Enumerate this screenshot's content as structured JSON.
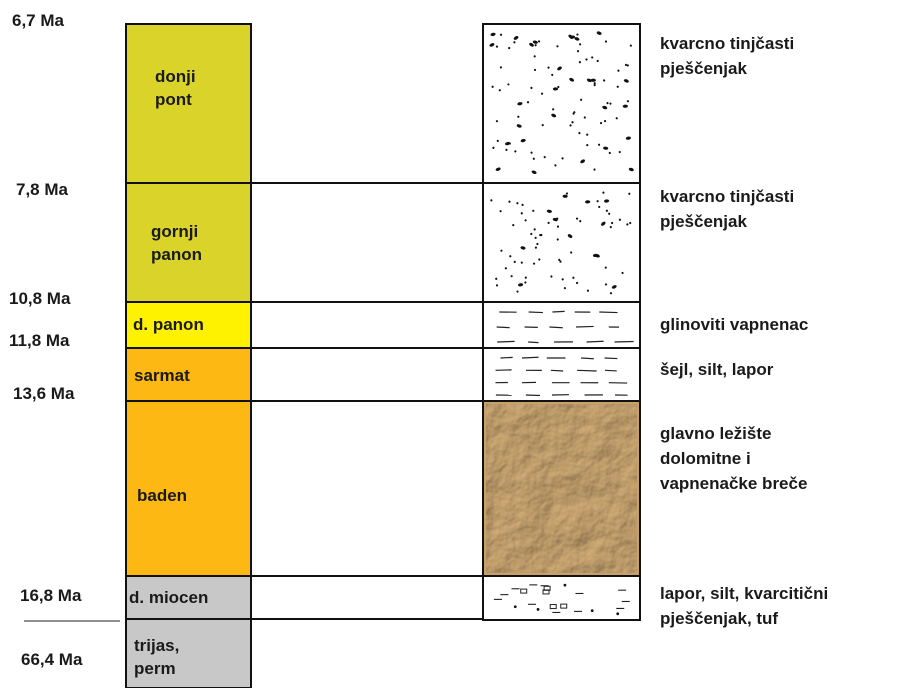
{
  "ages": [
    {
      "label": "6,7 Ma"
    },
    {
      "label": "7,8 Ma"
    },
    {
      "label": "10,8 Ma"
    },
    {
      "label": "11,8 Ma"
    },
    {
      "label": "13,6 Ma"
    },
    {
      "label": "16,8 Ma"
    },
    {
      "label": "66,4 Ma"
    }
  ],
  "units": [
    {
      "lines": [
        "donji",
        "pont"
      ],
      "color": "#dad42a"
    },
    {
      "lines": [
        "gornji",
        "panon"
      ],
      "color": "#dad42a"
    },
    {
      "lines": [
        "d. panon"
      ],
      "color": "#fff200"
    },
    {
      "lines": [
        "sarmat"
      ],
      "color": "#fdb813"
    },
    {
      "lines": [
        "baden"
      ],
      "color": "#fdb813"
    },
    {
      "lines": [
        "d. miocen"
      ],
      "color": "#c8c8c8"
    },
    {
      "lines": [
        "trijas,",
        "perm"
      ],
      "color": "#c8c8c8"
    }
  ],
  "lithology": [
    {
      "lines": [
        "kvarcno tinjčasti",
        "pješčenjak"
      ],
      "pattern": "sandstone-dots"
    },
    {
      "lines": [
        "kvarcno tinjčasti",
        "pješčenjak"
      ],
      "pattern": "sandstone-dots"
    },
    {
      "lines": [
        "glinoviti vapnenac"
      ],
      "pattern": "dashes"
    },
    {
      "lines": [
        "šejl, silt, lapor"
      ],
      "pattern": "dashes"
    },
    {
      "lines": [
        "glavno ležište",
        "dolomitne i",
        "vapnenačke breče"
      ],
      "pattern": "breccia-texture",
      "color": "#c8a06a"
    },
    {
      "lines": [
        "lapor, silt, kvarcitični",
        "pješčenjak, tuf"
      ],
      "pattern": "mixed-clastic"
    }
  ]
}
